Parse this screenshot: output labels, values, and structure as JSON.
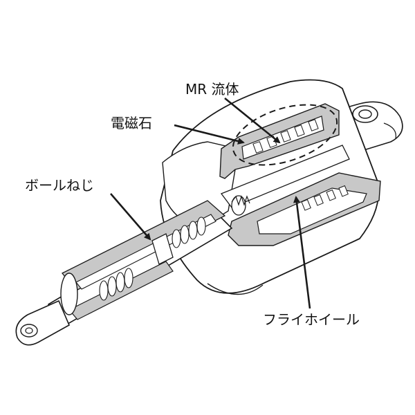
{
  "labels": {
    "mr_fluid": "MR 流体",
    "electromagnet": "電磁石",
    "ball_screw": "ボールねじ",
    "flywheel": "フライホイール"
  },
  "colors": {
    "outline": "#1a1a1a",
    "body_fill": "#ffffff",
    "section_fill": "#c8c8c8",
    "dark_section": "#8c8c8c",
    "text": "#111111"
  }
}
